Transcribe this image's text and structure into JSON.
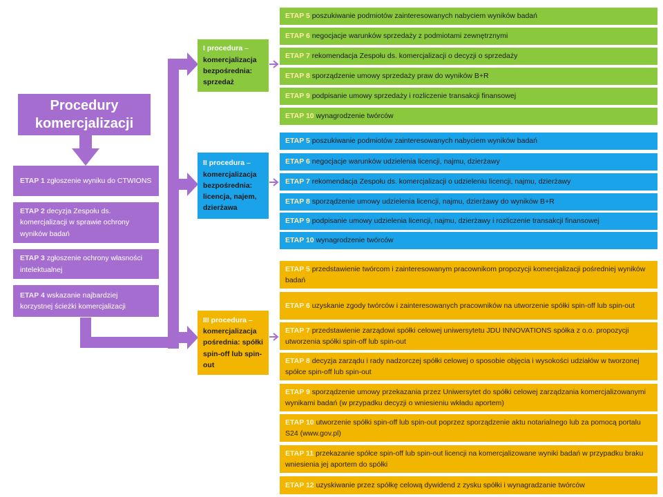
{
  "title": "Procedury komercjalizacji",
  "colors": {
    "purple": "#a56dd0",
    "green": "#8ac93d",
    "blue": "#1aa3e8",
    "gold": "#f2b600"
  },
  "prep_steps": [
    {
      "label": "ETAP 1",
      "text": "zgłoszenie wyniku do CTWIONS"
    },
    {
      "label": "ETAP 2",
      "text": "decyzja Zespołu ds. komercjalizacji w sprawie ochrony wyników badań"
    },
    {
      "label": "ETAP 3",
      "text": "zgłoszenie ochrony własności intelektualnej"
    },
    {
      "label": "ETAP 4",
      "text": "wskazanie najbardziej korzystnej ścieżki komercjalizacji"
    }
  ],
  "procedures": [
    {
      "name_first": "I procedura –",
      "name_rest": "komercjalizacja bezpośrednia: sprzedaż",
      "steps": [
        {
          "label": "ETAP 5",
          "text": "poszukiwanie podmiotów zainteresowanych nabyciem wyników badań"
        },
        {
          "label": "ETAP 6",
          "text": "negocjacje warunków sprzedaży z podmiotami zewnętrznymi"
        },
        {
          "label": "ETAP 7",
          "text": "rekomendacja Zespołu ds. komercjalizacji o decyzji o sprzedaży"
        },
        {
          "label": "ETAP 8",
          "text": "sporządzenie umowy sprzedaży praw do wyników B+R"
        },
        {
          "label": "ETAP 9",
          "text": "podpisanie umowy sprzedaży i rozliczenie transakcji finansowej"
        },
        {
          "label": "ETAP 10",
          "text": "wynagrodzenie twórców"
        }
      ]
    },
    {
      "name_first": "II procedura –",
      "name_rest": "komercjalizacja bezpośrednia: licencja, najem, dzierżawa",
      "steps": [
        {
          "label": "ETAP 5",
          "text": "poszukiwanie podmiotów zainteresowanych nabyciem wyników badań"
        },
        {
          "label": "ETAP 6",
          "text": "negocjacje warunków udzielenia licencji, najmu, dzierżawy"
        },
        {
          "label": "ETAP 7",
          "text": "rekomendacja Zespołu ds. komercjalizacji o udzieleniu licencji, najmu, dzierżawy"
        },
        {
          "label": "ETAP 8",
          "text": "sporządzenie umowy udzielenia licencji, najmu, dzierżawy do wyników B+R"
        },
        {
          "label": "ETAP 9",
          "text": "podpisanie umowy udzielenia licencji, najmu, dzierżawy i rozliczenie transakcji finansowej"
        },
        {
          "label": "ETAP 10",
          "text": "wynagrodzenie twórców"
        }
      ]
    },
    {
      "name_first": "III procedura –",
      "name_rest": "komercjalizacja pośrednia: spółki spin-off lub spin-out",
      "steps": [
        {
          "label": "ETAP 5",
          "text": "przedstawienie twórcom i zainteresowanym pracownikom propozycji komercjalizacji pośredniej wyników badań"
        },
        {
          "label": "ETAP 6",
          "text": "uzyskanie zgody twórców i zainteresowanych pracowników na utworzenie spółki spin-off lub spin-out"
        },
        {
          "label": "ETAP 7",
          "text": "przedstawienie zarządowi spółki celowej uniwersytetu JDU INNOVATIONS spółka z o.o. propozycji utworzenia spółki spin-off lub spin-out"
        },
        {
          "label": "ETAP 8",
          "text": "decyzja zarządu i rady nadzorczej spółki celowej o sposobie objęcia i wysokości udziałów w tworzonej spółce spin-off lub spin-out"
        },
        {
          "label": "ETAP 9",
          "text": "sporządzenie umowy przekazania przez Uniwersytet do spółki celowej zarządzania komercjalizowanymi wynikami badań (w przypadku decyzji o wniesieniu wkładu aportem)"
        },
        {
          "label": "ETAP 10",
          "text": "utworzenie spółki spin-off lub spin-out poprzez sporządzenie aktu notarialnego lub za pomocą portalu S24 (www.gov.pl)"
        },
        {
          "label": "ETAP 11",
          "text": "przekazanie spółce spin-off lub spin-out licencji na komercjalizowane wyniki badań w przypadku braku wniesienia jej aportem do spółki"
        },
        {
          "label": "ETAP 12",
          "text": "uzyskiwanie przez spółkę celową dywidend z zysku spółki i wynagradzanie twórców"
        }
      ]
    }
  ]
}
